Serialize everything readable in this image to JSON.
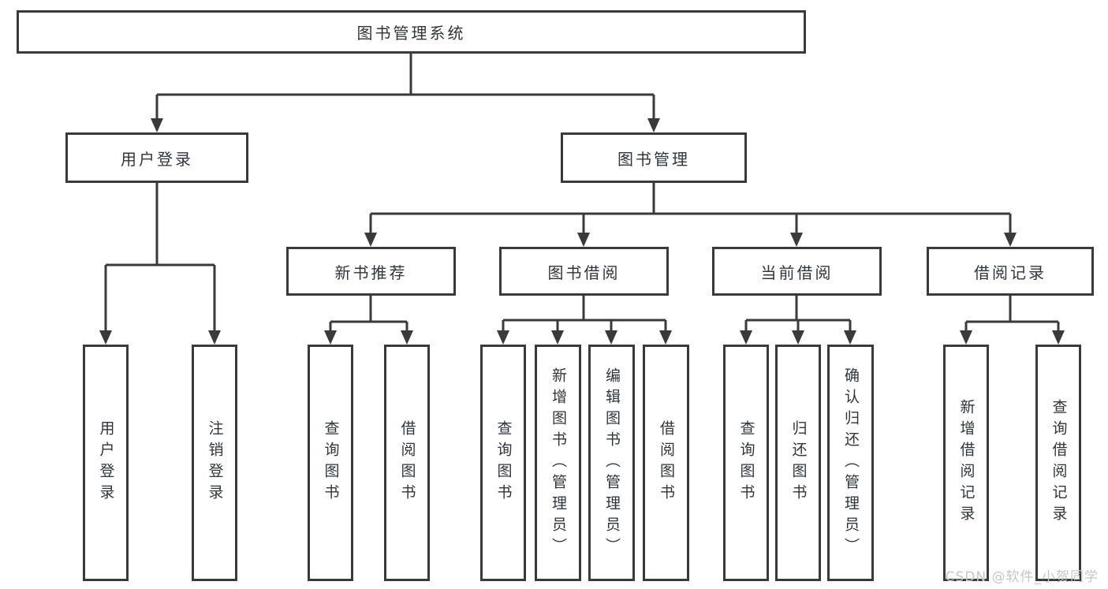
{
  "tree": {
    "root": {
      "label": "图书管理系统"
    },
    "branches": [
      {
        "label": "用户登录",
        "children": [
          {
            "label": "用户登录"
          },
          {
            "label": "注销登录"
          }
        ]
      },
      {
        "label": "图书管理",
        "children": [
          {
            "label": "新书推荐",
            "children": [
              {
                "label": "查询图书"
              },
              {
                "label": "借阅图书"
              }
            ]
          },
          {
            "label": "图书借阅",
            "children": [
              {
                "label": "查询图书"
              },
              {
                "label": "新增图书（管理员）"
              },
              {
                "label": "编辑图书（管理员）"
              },
              {
                "label": "借阅图书"
              }
            ]
          },
          {
            "label": "当前借阅",
            "children": [
              {
                "label": "查询图书"
              },
              {
                "label": "归还图书"
              },
              {
                "label": "确认归还（管理员）"
              }
            ]
          },
          {
            "label": "借阅记录",
            "children": [
              {
                "label": "新增借阅记录"
              },
              {
                "label": "查询借阅记录"
              }
            ]
          }
        ]
      }
    ]
  },
  "watermark": "CSDN @软件_小贺同学",
  "colors": {
    "line": "#3a3a3a",
    "text": "#2f353c",
    "watermark": "#c6c6c6"
  }
}
